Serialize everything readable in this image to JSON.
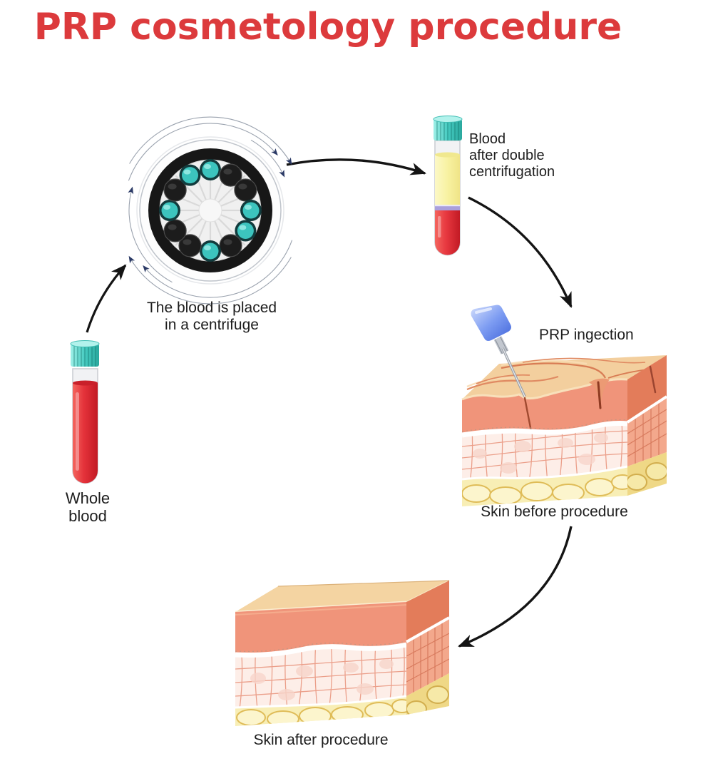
{
  "title": {
    "text": "PRP cosmetology procedure",
    "color": "#dc3a3c"
  },
  "labels": {
    "centrifuge": "The blood is placed\nin a centrifuge",
    "whole_blood": "Whole\nblood",
    "centrifuged_blood": "Blood\nafter double\ncentrifugation",
    "injection": "PRP ingection",
    "skin_before": "Skin before procedure",
    "skin_after": "Skin after procedure"
  },
  "centrifuge": {
    "slots": [
      "tube",
      "empty",
      "empty",
      "tube",
      "tube",
      "empty",
      "tube",
      "empty",
      "empty",
      "tube",
      "empty",
      "tube"
    ],
    "tube_color": "#3cc4be",
    "tube_ring_color": "#123b3d",
    "tube_highlight_color": "#9aece6",
    "empty_color": "#1c1c1c",
    "empty_rim_color": "#4a4a4a"
  },
  "colors": {
    "title_red": "#dc3a3c",
    "cap_teal": "#45cac0",
    "whole_blood_red": "#e4323a",
    "plasma_yellow": "#f3eb92",
    "buffy_coat_violet": "#aaa0dc",
    "flow_arrow_black": "#141414",
    "rotation_arrow_navy": "#2b3a66",
    "epidermis_salmon": "#f0947a",
    "skin_top_cream": "#f3cf9e",
    "dermis_grid_pink": "#eb9f8a",
    "fat_yellow": "#f8eeb5"
  }
}
